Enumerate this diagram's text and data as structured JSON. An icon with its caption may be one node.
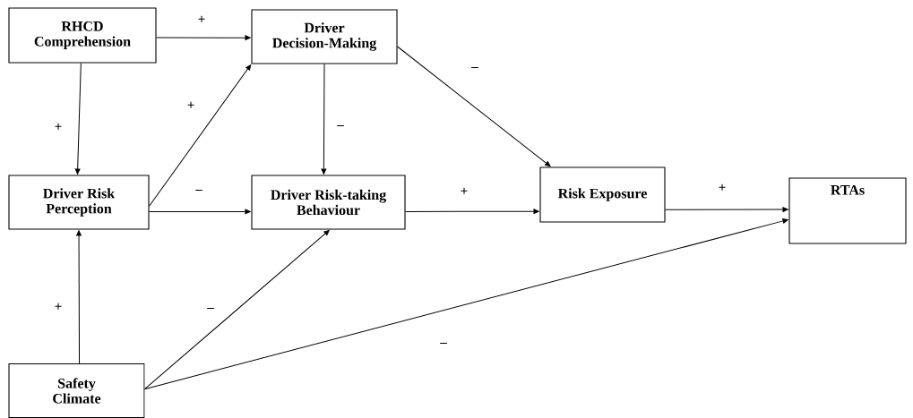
{
  "diagram": {
    "nodes": [
      {
        "text": [
          "RHCD Comprehension"
        ]
      },
      {
        "text": [
          "Driver Decision-Making"
        ]
      },
      {
        "text": [
          "Driver Risk Perception"
        ]
      },
      {
        "text": [
          "Driver Risk-taking Behaviour"
        ]
      },
      {
        "text": [
          "Risk Exposure"
        ]
      },
      {
        "text": [
          "RTAs"
        ]
      },
      {
        "text": [
          "Safety Climate"
        ]
      }
    ],
    "edges": [
      {
        "from": 0,
        "to": 1,
        "arrow": "to",
        "label": "+"
      },
      {
        "from": 0,
        "to": 2,
        "arrow": "to",
        "label": "+"
      },
      {
        "from": 2,
        "to": 1,
        "arrow": "to",
        "label": "+"
      },
      {
        "from": 1,
        "to": 3,
        "arrow": "to",
        "label": "–"
      },
      {
        "from": 1,
        "to": 4,
        "arrow": "to",
        "label": "–"
      },
      {
        "from": 2,
        "to": 3,
        "arrow": "to",
        "label": "–"
      },
      {
        "from": 3,
        "to": 4,
        "arrow": "to",
        "label": "+"
      },
      {
        "from": 4,
        "to": 5,
        "arrow": "to",
        "label": "+"
      },
      {
        "from": 6,
        "to": 2,
        "arrow": "to",
        "label": "+"
      },
      {
        "from": 6,
        "to": 3,
        "arrow": "to",
        "label": "–"
      },
      {
        "from": 6,
        "to": 5,
        "arrow": "to",
        "label": "–"
      }
    ]
  }
}
